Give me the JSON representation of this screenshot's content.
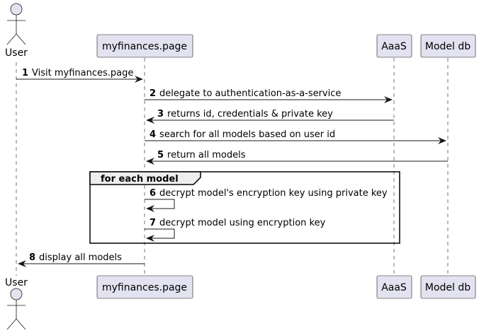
{
  "participants": {
    "user": "User",
    "app": "myfinances.page",
    "aaas": "AaaS",
    "modeldb": "Model db"
  },
  "messages": [
    {
      "num": "1",
      "text": "Visit myfinances.page"
    },
    {
      "num": "2",
      "text": "delegate to authentication-as-a-service"
    },
    {
      "num": "3",
      "text": "returns id, credentials & private key"
    },
    {
      "num": "4",
      "text": "search for all models based on user id"
    },
    {
      "num": "5",
      "text": "return all models"
    },
    {
      "num": "6",
      "text": "decrypt  model's encryption key using private key"
    },
    {
      "num": "7",
      "text": "decrypt  model using encryption key"
    },
    {
      "num": "8",
      "text": "display all models"
    }
  ],
  "group": {
    "label": "for each model"
  },
  "colors": {
    "participant_fill": "#E2E2F0",
    "participant_stroke": "#181818",
    "lifeline": "#181818",
    "arrow": "#181818"
  }
}
